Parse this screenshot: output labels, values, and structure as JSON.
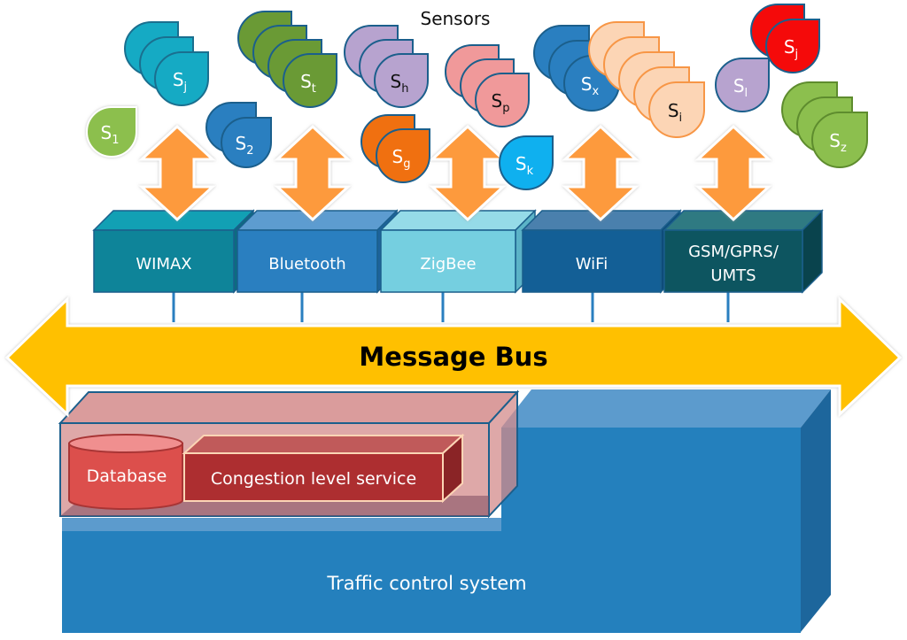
{
  "title": "Sensors",
  "sensors": [
    {
      "id": "s1",
      "label": "S",
      "sub": "1",
      "fill": "#8cbf4e",
      "stroke": "#ffffff",
      "text": "#ffffff",
      "count": 1
    },
    {
      "id": "sj-teal",
      "label": "S",
      "sub": "j",
      "fill": "#15aac4",
      "stroke": "#1a6f8f",
      "text": "#ffffff",
      "count": 3
    },
    {
      "id": "s2",
      "label": "S",
      "sub": "2",
      "fill": "#2a7fc0",
      "stroke": "#1b5f8c",
      "text": "#ffffff",
      "count": 2
    },
    {
      "id": "st",
      "label": "S",
      "sub": "t",
      "fill": "#6a9a35",
      "stroke": "#1b5f8c",
      "text": "#ffffff",
      "count": 4
    },
    {
      "id": "sh",
      "label": "S",
      "sub": "h",
      "fill": "#b7a3cf",
      "stroke": "#1b5f8c",
      "text": "#111111",
      "count": 3
    },
    {
      "id": "sg",
      "label": "S",
      "sub": "g",
      "fill": "#f07010",
      "stroke": "#1b5f8c",
      "text": "#ffffff",
      "count": 2
    },
    {
      "id": "sp",
      "label": "S",
      "sub": "p",
      "fill": "#f0999a",
      "stroke": "#1b5f8c",
      "text": "#111111",
      "count": 3
    },
    {
      "id": "sk",
      "label": "S",
      "sub": "k",
      "fill": "#0fb0ef",
      "stroke": "#1b5f8c",
      "text": "#ffffff",
      "count": 1
    },
    {
      "id": "sx",
      "label": "S",
      "sub": "x",
      "fill": "#2a7fc0",
      "stroke": "#1b5f8c",
      "text": "#ffffff",
      "count": 3
    },
    {
      "id": "si",
      "label": "S",
      "sub": "i",
      "fill": "#fcd5b5",
      "stroke": "#f79646",
      "text": "#111111",
      "count": 5
    },
    {
      "id": "sl",
      "label": "S",
      "sub": "l",
      "fill": "#b7a3cf",
      "stroke": "#1b5f8c",
      "text": "#ffffff",
      "count": 1
    },
    {
      "id": "sj-red",
      "label": "S",
      "sub": "j",
      "fill": "#f50a0a",
      "stroke": "#1b5f8c",
      "text": "#ffffff",
      "count": 2
    },
    {
      "id": "sz",
      "label": "S",
      "sub": "z",
      "fill": "#8cbf4e",
      "stroke": "#5e8c2e",
      "text": "#ffffff",
      "count": 3
    }
  ],
  "networks": [
    {
      "id": "wimax",
      "lines": [
        "WIMAX"
      ],
      "front": "#0e8499",
      "top": "#12a0b4",
      "side": "#0b6d80"
    },
    {
      "id": "bluetooth",
      "lines": [
        "Bluetooth"
      ],
      "front": "#2a7fc0",
      "top": "#5d9cd0",
      "side": "#1d639c"
    },
    {
      "id": "zigbee",
      "lines": [
        "ZigBee"
      ],
      "front": "#75cfe0",
      "top": "#95dbe8",
      "side": "#5bb3c7"
    },
    {
      "id": "wifi",
      "lines": [
        "WiFi"
      ],
      "front": "#135f96",
      "top": "#4a80ad",
      "side": "#0e4c7a"
    },
    {
      "id": "gsm",
      "lines": [
        "GSM/GPRS/",
        "UMTS"
      ],
      "front": "#0d5560",
      "top": "#2f7a82",
      "side": "#09434d"
    }
  ],
  "bus": {
    "label": "Message Bus",
    "color": "#ffc000"
  },
  "system": {
    "label": "Traffic control system",
    "front": "#2480bd",
    "top": "#5c9bcd",
    "side": "#1d669c"
  },
  "services": {
    "container_color": "#d38b8b",
    "database": {
      "label": "Database",
      "fill": "#dc4f4c"
    },
    "congestion": {
      "label": "Congestion level service",
      "fill": "#ad2e30"
    }
  },
  "arrow_color": "#fd9a3c"
}
